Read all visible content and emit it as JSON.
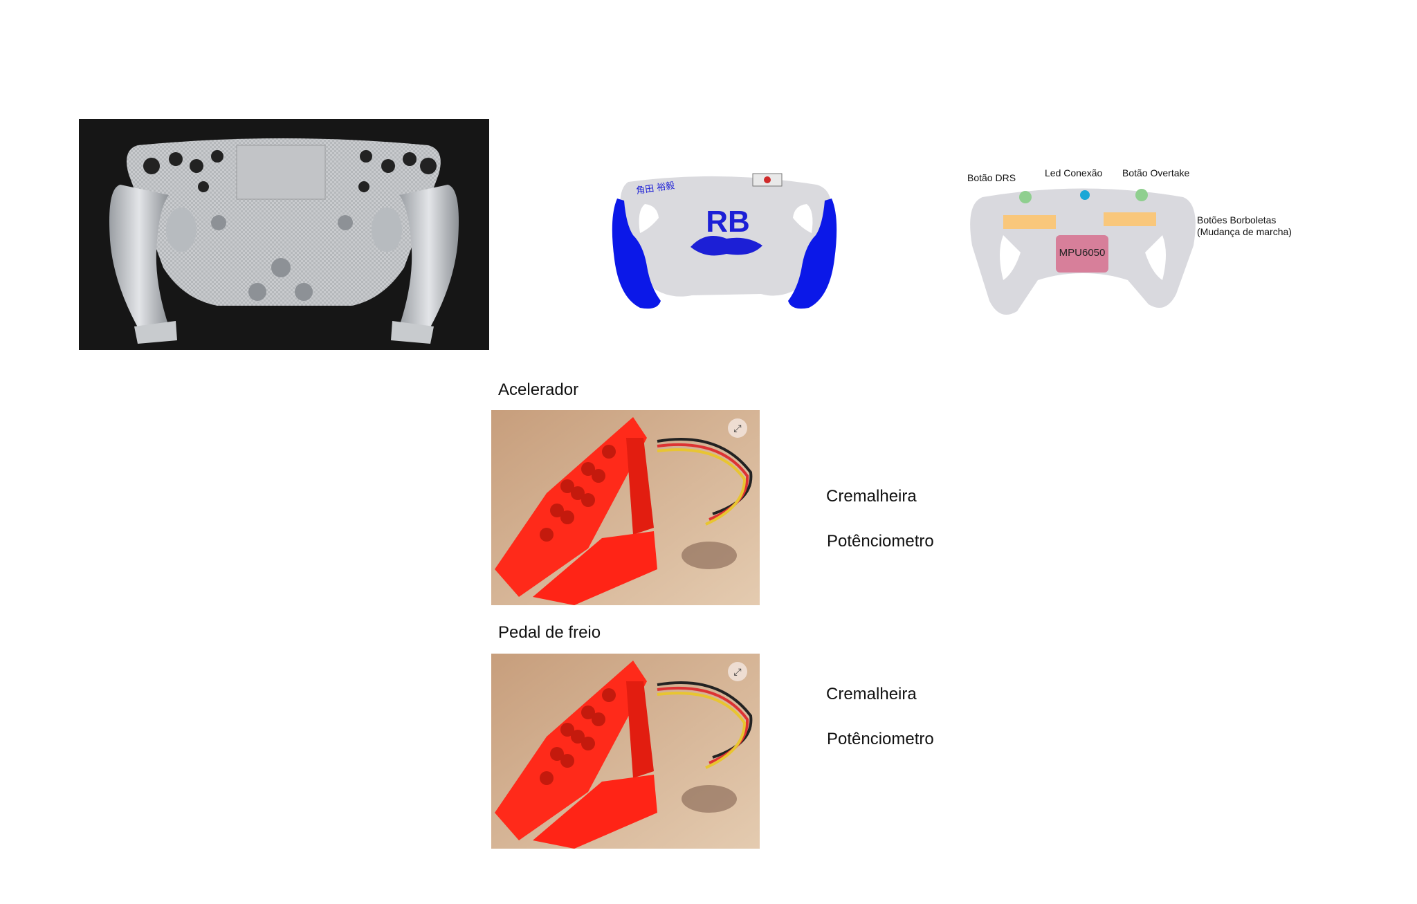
{
  "diagram": {
    "labels": {
      "drs": "Botão DRS",
      "led": "Led Conexão",
      "overtake": "Botão Overtake",
      "paddles_line1": "Botões Borboletas",
      "paddles_line2": "(Mudança de marcha)",
      "mpu": "MPU6050"
    },
    "colors": {
      "body": "#d9d9de",
      "drs_button": "#8fcf8f",
      "led": "#1aa7d6",
      "overtake_button": "#8fcf8f",
      "paddles": "#f9c77b",
      "mpu": "#d77f9a"
    }
  },
  "rb_wheel": {
    "logo_text": "RB",
    "driver_name": "角田 裕毅",
    "colors": {
      "body": "#dadade",
      "grips": "#0b18e8",
      "logo": "#1c1fd6"
    }
  },
  "pedals": [
    {
      "title": "Acelerador",
      "label_rack": "Cremalheira",
      "label_pot": "Potênciometro",
      "expand_icon": "expand-icon"
    },
    {
      "title": "Pedal de freio",
      "label_rack": "Cremalheira",
      "label_pot": "Potênciometro",
      "expand_icon": "expand-icon"
    }
  ]
}
